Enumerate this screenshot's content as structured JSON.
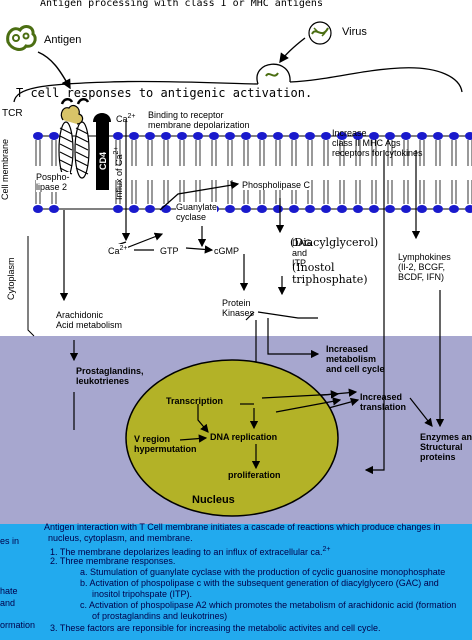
{
  "header": {
    "title": "Antigen processing with class I or MHC antigens",
    "antigen_label": "Antigen",
    "virus_label": "Virus",
    "subtitle": "T cell responses to antigenic activation."
  },
  "side_labels": {
    "tcr": "TCR",
    "cell_membrane": "Cell membrane",
    "cytoplasm": "Cytoplasm"
  },
  "membrane": {
    "ca_top": "Ca",
    "ca_top_sup": "2+",
    "binding": [
      "Binding to receptor",
      "membrane depolarization"
    ],
    "cd4": "CD4",
    "influx": "Influx of Ca",
    "influx_sup": "2+",
    "increase": [
      "Increase",
      "class II MHC Ags",
      "receptors for cytokines"
    ],
    "phospholipase2": [
      "Pospho-",
      "lipase 2"
    ],
    "phospholipase_c": "Phospholipase C",
    "guanylate": [
      "Guanylate",
      "cyclase"
    ]
  },
  "cytoplasm": {
    "ca_low": "Ca",
    "ca_low_sup": "2+",
    "gtp": "GTP",
    "cgmp": "cGMP",
    "dag_itp": [
      "DAG",
      "and",
      "ITP"
    ],
    "diacylglycerol": "(Diacylglycerol)",
    "inostol": [
      "(Inostol",
      "triphosphate)"
    ],
    "lymphokines": [
      "Lymphokines",
      "(Il-2, BCGF,",
      "BCDF, IFN)"
    ],
    "protein_kinases": [
      "Protein",
      "Kinases"
    ],
    "arachidonic": [
      "Arachidonic",
      "Acid metabolism"
    ],
    "prostaglandins": [
      "Prostaglandins,",
      "leukotrienes"
    ],
    "increased_metabolism": [
      "Increased",
      "metabolism",
      "and cell cycle"
    ],
    "increased_translation": [
      "Increased",
      "translation"
    ],
    "enzymes": [
      "Enzymes and",
      "Structural",
      "proteins"
    ]
  },
  "nucleus": {
    "label": "Nucleus",
    "transcription": "Transcription",
    "v_region": [
      "V region",
      "hypermutation"
    ],
    "dna_replication": "DNA replication",
    "proliferation": "proliferation"
  },
  "description": {
    "intro": "Antigen interaction with T Cell membrane initiates a cascade of reactions which produce changes in",
    "intro2": "nucleus, cytoplasm, and membrane.",
    "item1": "1.  The membrane depolarizes leading to an influx of extracellular ca.",
    "item1_sup": "2+",
    "item2": "2.  Three membrane responses.",
    "item2a": "a.  Stumulation of guanylate cyclase with the production of cyclic guanosine monophosphate",
    "item2b": "b.  Activation of phospolipase c with the subsequent generation of diacylglycero (GAC) and",
    "item2b2": "inositol tripohspate (ITP).",
    "item2c": "c.  Activation of phospolipase A2 which promotes the metabolism of arachidonic acid (formation",
    "item2c2": "of prostaglandins and leukotrines)",
    "item3": "3.  These factors are reponsible for increasing the metabolic activites and cell cycle.",
    "left_fragments": [
      "es in",
      "hate",
      "and",
      "ormation"
    ]
  },
  "colors": {
    "lipid_head": "#1a1acc",
    "cytoplasm_band": "#a7a7cf",
    "nucleus_fill": "#b3b227",
    "description_band": "#22aaee",
    "antigen_green": "#4b6e12"
  }
}
